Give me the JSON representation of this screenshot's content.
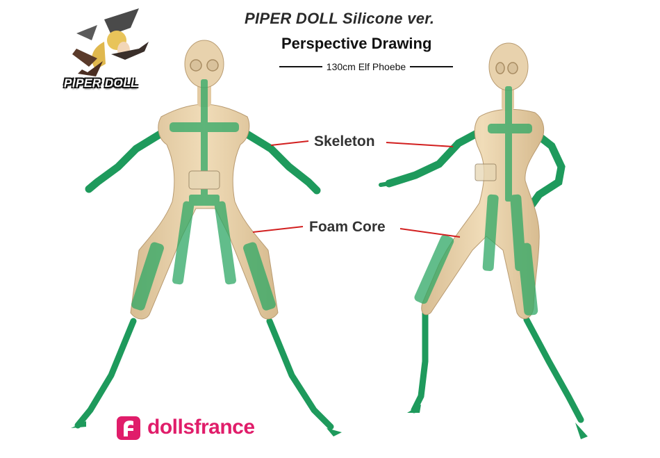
{
  "header": {
    "title": "PIPER DOLL Silicone ver.",
    "subtitle": "Perspective Drawing",
    "model": "130cm Elf Phoebe"
  },
  "callouts": {
    "skeleton": "Skeleton",
    "foam_core": "Foam Core"
  },
  "logos": {
    "piper_doll": "PIPER DOLL",
    "dollsfrance": "dollsfrance"
  },
  "colors": {
    "body": "#e6cfa8",
    "skeleton": "#1e9a5c",
    "callout_line": "#d21f1f",
    "dollsfrance": "#e01d6a"
  }
}
